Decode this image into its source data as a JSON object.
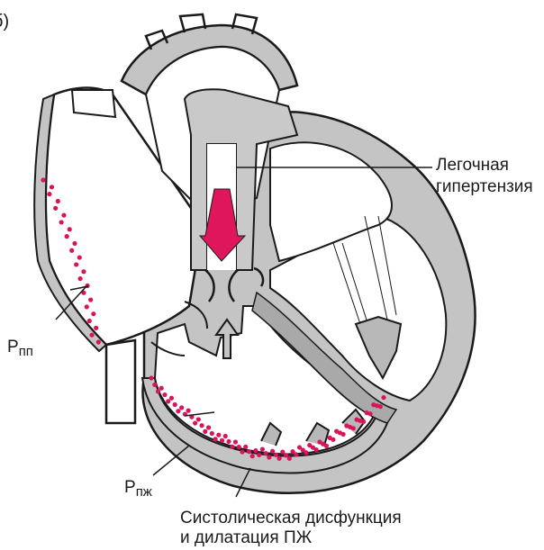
{
  "panel_letter": "б)",
  "labels": {
    "pulmonary_hypertension_line1": "Легочная",
    "pulmonary_hypertension_line2": "гипертензия",
    "pressure_ra_main": "P",
    "pressure_ra_sub": "пп",
    "pressure_rv_main": "P",
    "pressure_rv_sub": "пж",
    "rv_dysfunction_line1": "Систолическая дисфункция",
    "rv_dysfunction_line2": "и дилатация ПЖ"
  },
  "colors": {
    "outline": "#1a1a1a",
    "wall_fill": "#bdbdbd",
    "chamber_fill": "#ffffff",
    "dot_color": "#d8145a",
    "arrow_color": "#e0165c"
  }
}
